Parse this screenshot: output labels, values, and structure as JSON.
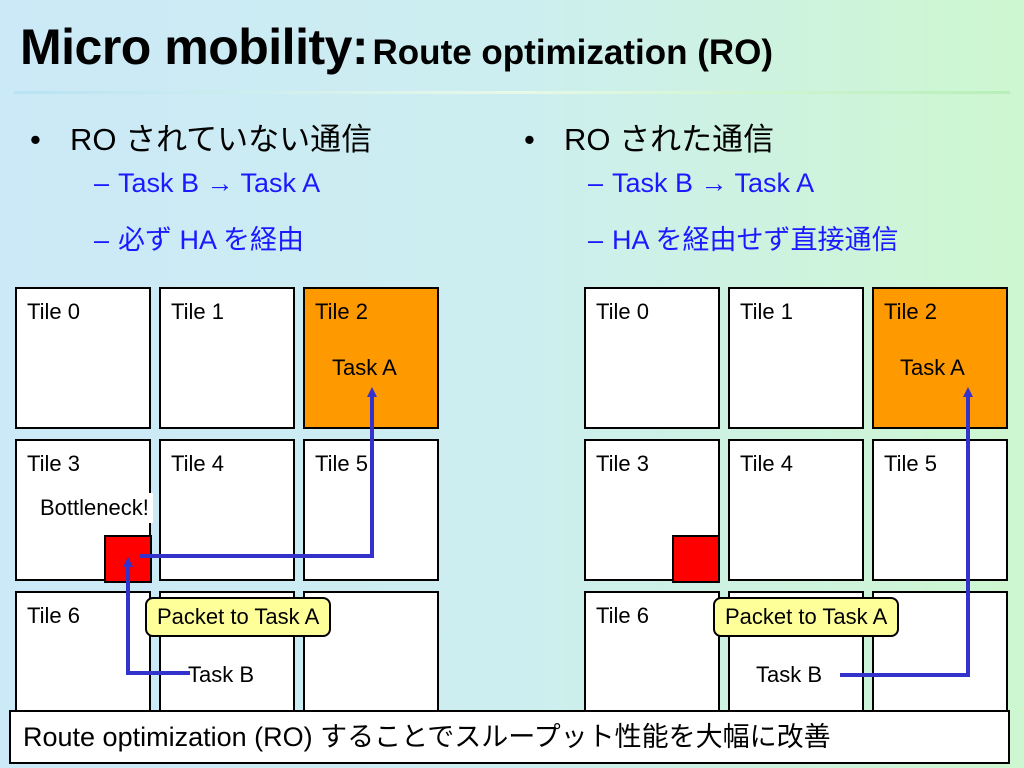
{
  "title": {
    "main": "Micro mobility:",
    "sub": "Route optimization (RO)"
  },
  "left": {
    "bullet": "RO されていない通信",
    "subs": [
      "Task B → Task A",
      "必ず HA を経由"
    ],
    "tiles": [
      "Tile 0",
      "Tile 1",
      "Tile 2",
      "Tile 3",
      "Tile 4",
      "Tile 5",
      "Tile 6"
    ],
    "task_a": "Task A",
    "task_b": "Task B",
    "bottleneck": "Bottleneck!",
    "packet": "Packet to Task A"
  },
  "right": {
    "bullet": "RO された通信",
    "subs": [
      "Task B → Task A",
      "HA を経由せず直接通信"
    ],
    "tiles": [
      "Tile 0",
      "Tile 1",
      "Tile 2",
      "Tile 3",
      "Tile 4",
      "Tile 5",
      "Tile 6"
    ],
    "task_a": "Task A",
    "task_b": "Task B",
    "packet": "Packet to Task A"
  },
  "footer": "Route optimization (RO) することでスループット性能を大幅に改善",
  "colors": {
    "accent_text": "#1a1aff",
    "tile_highlight": "#ff9900",
    "arrow": "#3333cc",
    "ha_node": "#ff0000",
    "packet_bg": "#ffff99"
  }
}
